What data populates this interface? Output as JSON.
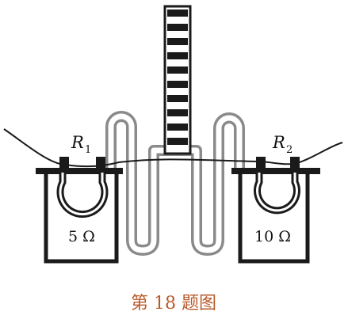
{
  "labels": {
    "r1_letter": "R",
    "r1_sub": "1",
    "r2_letter": "R",
    "r2_sub": "2",
    "left_resistance": "5 Ω",
    "right_resistance": "10 Ω"
  },
  "caption": "第 18 题图",
  "colors": {
    "ink": "#1a1a1a",
    "tube_gray": "#8a8a8a",
    "caption": "#b85a2a"
  }
}
